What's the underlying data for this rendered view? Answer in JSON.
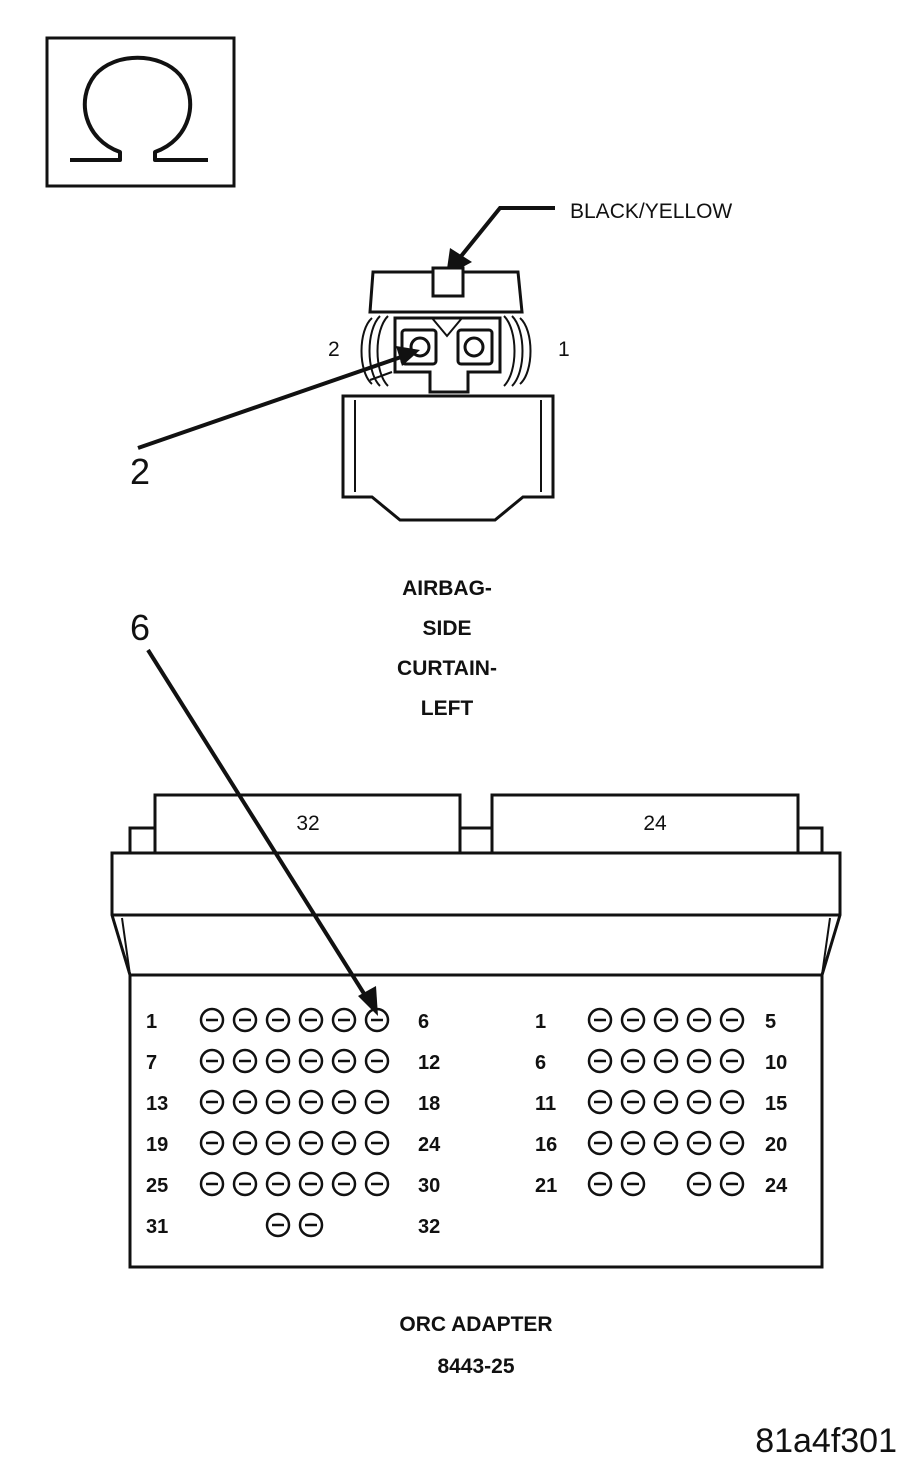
{
  "icon": "ohm-meter-icon",
  "connector": {
    "wire_label": "BLACK/YELLOW",
    "pin_left": "2",
    "pin_right": "1",
    "callout": "2",
    "name_lines": [
      "AIRBAG-",
      "SIDE",
      "CURTAIN-",
      "LEFT"
    ]
  },
  "adapter": {
    "callout": "6",
    "tab_left": "32",
    "tab_right": "24",
    "left_block": {
      "rows": [
        {
          "start": "1",
          "end": "6",
          "pins": 6
        },
        {
          "start": "7",
          "end": "12",
          "pins": 6
        },
        {
          "start": "13",
          "end": "18",
          "pins": 6
        },
        {
          "start": "19",
          "end": "24",
          "pins": 6
        },
        {
          "start": "25",
          "end": "30",
          "pins": 6
        },
        {
          "start": "31",
          "end": "32",
          "pins": 2
        }
      ]
    },
    "right_block": {
      "rows": [
        {
          "start": "1",
          "end": "5",
          "pins": 5
        },
        {
          "start": "6",
          "end": "10",
          "pins": 5
        },
        {
          "start": "11",
          "end": "15",
          "pins": 5
        },
        {
          "start": "16",
          "end": "20",
          "pins": 5
        },
        {
          "start": "21",
          "end": "24",
          "pins": 4
        }
      ]
    },
    "name": "ORC ADAPTER",
    "part_number": "8443-25"
  },
  "figure_id": "81a4f301"
}
